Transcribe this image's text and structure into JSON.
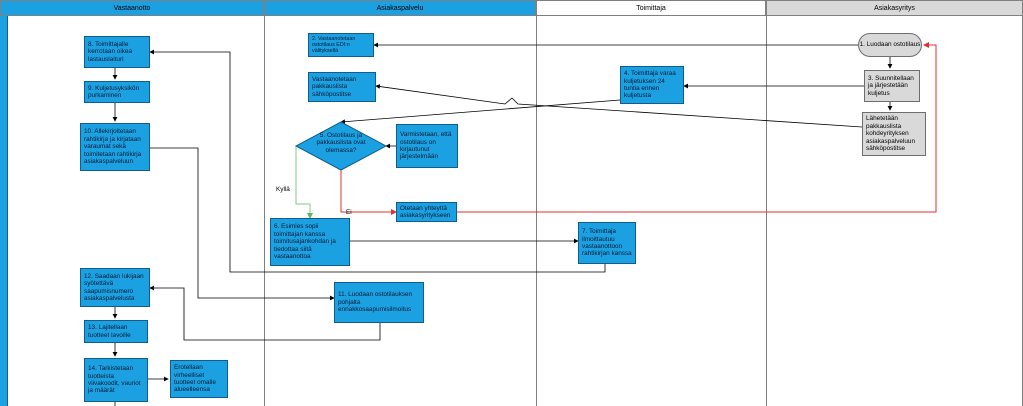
{
  "lanes": [
    "Vastaanotto",
    "Asiakaspalvelu",
    "Toimittaja",
    "Asiakasyritys"
  ],
  "colors": {
    "blue_box": "#1ba1e2",
    "grey_box": "#d9d9d9",
    "yes_line": "#7fcc7f",
    "no_line": "#e03030",
    "left_accent": "#1ba1e2"
  },
  "nodes": {
    "n1": "1. Luodaan ostotilaus",
    "n2": "2. Vastaanotetaan ostotilaus EDI:n välityksellä",
    "n3": "3. Suunnitellaan ja järjestetään kuljetus",
    "n3b": "Lähetetään pakkauslista kohdeyrityksen asiakaspalveluun sähköpostitse",
    "n4": "4. Toimittaja varaa kuljetuksen 24 tuntia ennen kuljetusta",
    "nva": "Vastaanotetaan pakkauslista sähköpostitse",
    "n5": "5. Ostotilaus ja pakkauslista ovat olemassa?",
    "nvar": "Varmistetaan, että ostotilaus on kirjautunut järjestelmään",
    "nyht": "Otetaan yhteyttä asiakasyritykseen",
    "n6": "6. Esimies sopii toimittajan kanssa toimitusajankohdan ja tiedottaa siitä vastaanottoa",
    "n7": "7. Toimittaja ilmoittautuu vastaanottoon rahtikirjan kanssa",
    "n8": "8. Toimittajalle kerrotaan oikea lastauslaituri",
    "n9": "9. Kuljetusyksikön purkaminen",
    "n10": "10. Allekirjoitetaan rahtikirja ja kirjataan varaumat sekä toimitetaan rahtikirja asiakaspalveluun",
    "n11": "11. Luodaan ostotilauksen pohjalta ennakkosaapumisilmoitus",
    "n12": "12. Saadaan lukijaan syötettävä saapumisnumero asiakaspalvelusta",
    "n13": "13. Lajitellaan tuotteet lavoille",
    "n14": "14. Tarkistetaan tuotteista viivakoodit, vauriot ja määrät",
    "nero": "Erotellaan virheelliset tuotteet omalle alueelleensa"
  },
  "edge_labels": {
    "yes": "Kyllä",
    "no": "Ei"
  }
}
